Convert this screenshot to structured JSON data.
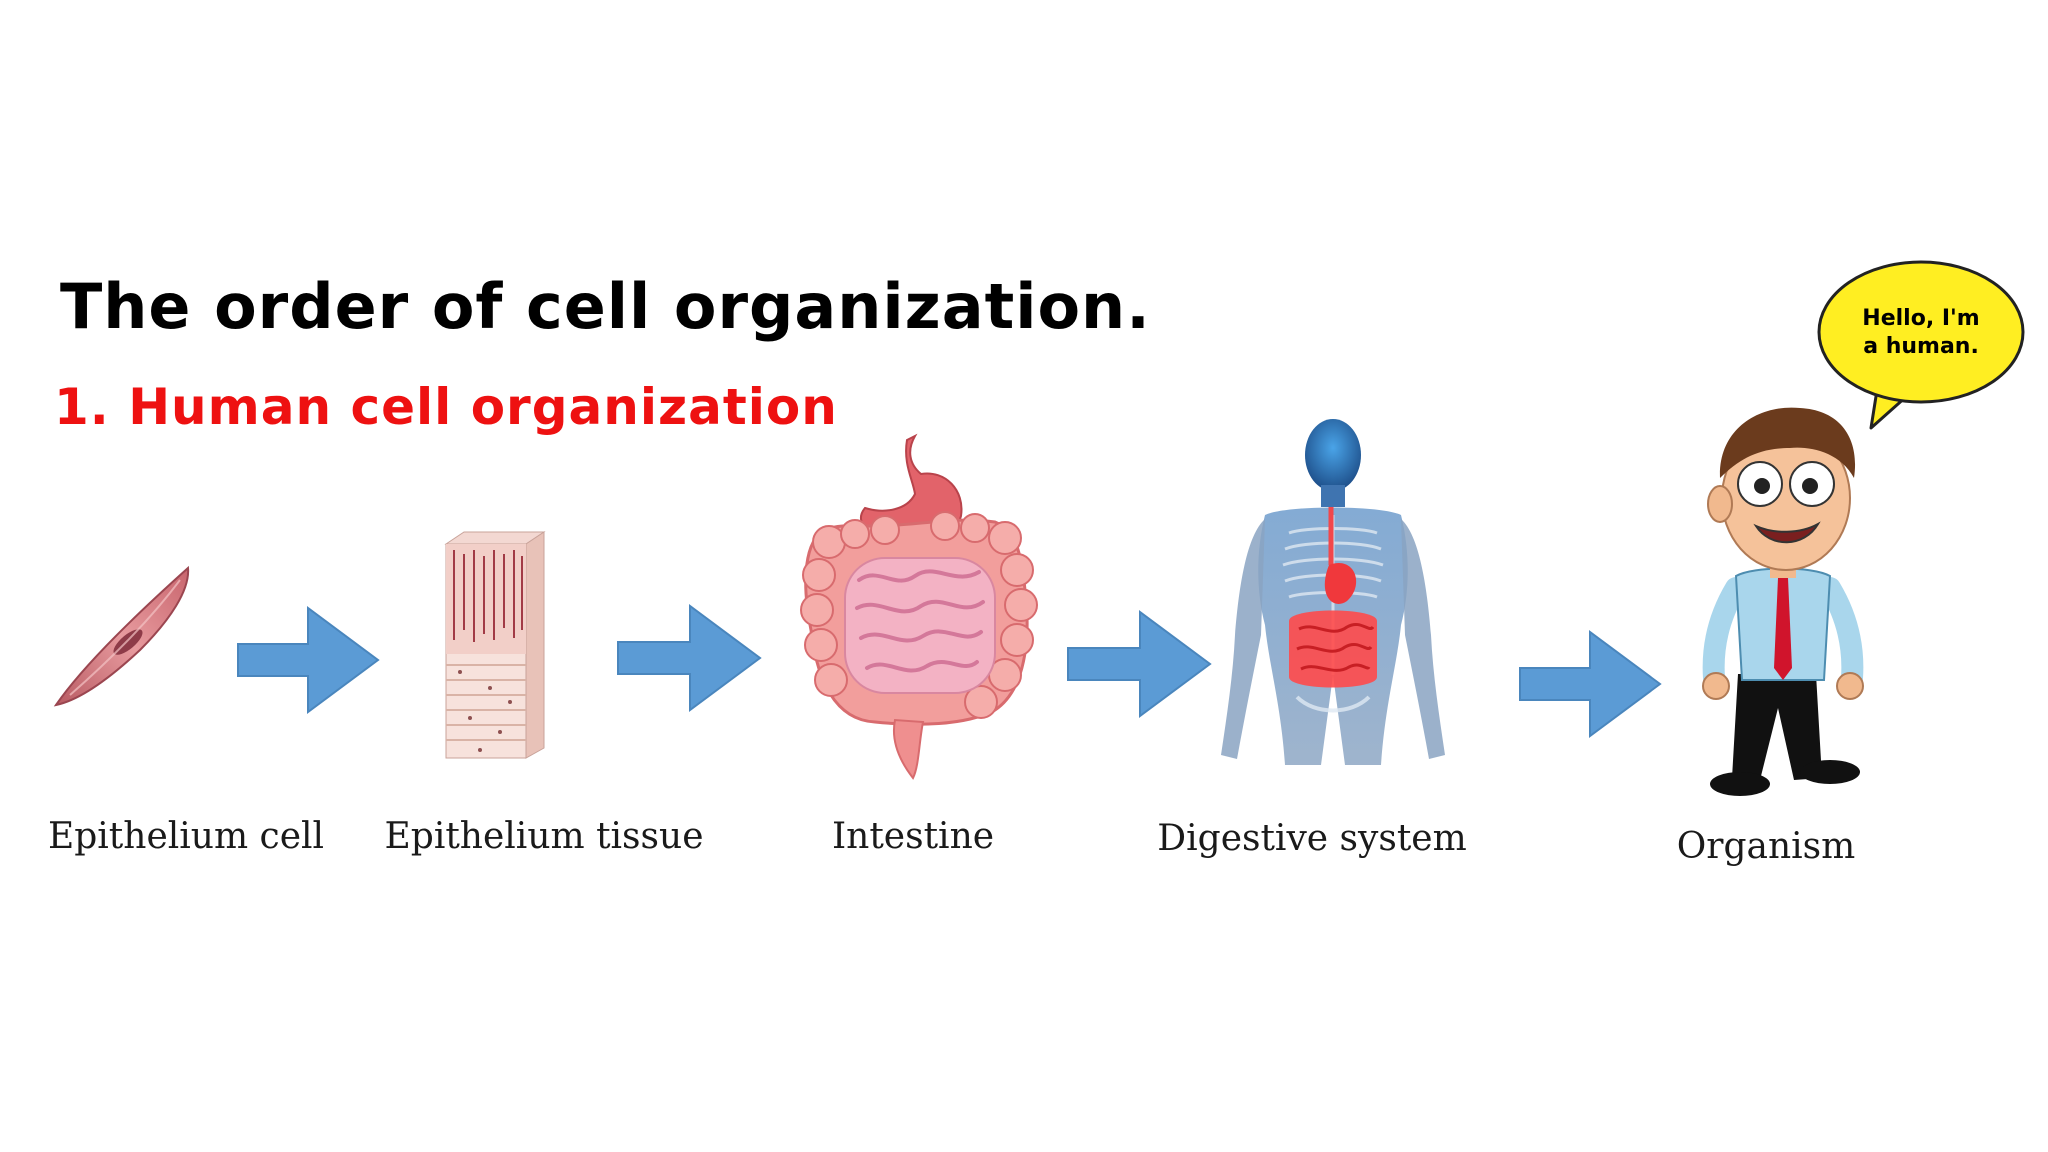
{
  "slide": {
    "title": "The order of cell organization.",
    "subtitle": "1. Human cell organization"
  },
  "stages": [
    {
      "label": "Epithelium cell",
      "icon": "epithelium-cell-icon"
    },
    {
      "label": "Epithelium tissue",
      "icon": "epithelium-tissue-icon"
    },
    {
      "label": "Intestine",
      "icon": "intestine-icon"
    },
    {
      "label": "Digestive system",
      "icon": "digestive-system-icon"
    },
    {
      "label": "Organism",
      "icon": "human-character-icon"
    }
  ],
  "speech_bubble": {
    "line1": "Hello, I'm",
    "line2": "a human."
  },
  "colors": {
    "title": "#000000",
    "subtitle": "#ee1111",
    "arrow": "#5b9bd5",
    "bubble": "#ffee22"
  }
}
